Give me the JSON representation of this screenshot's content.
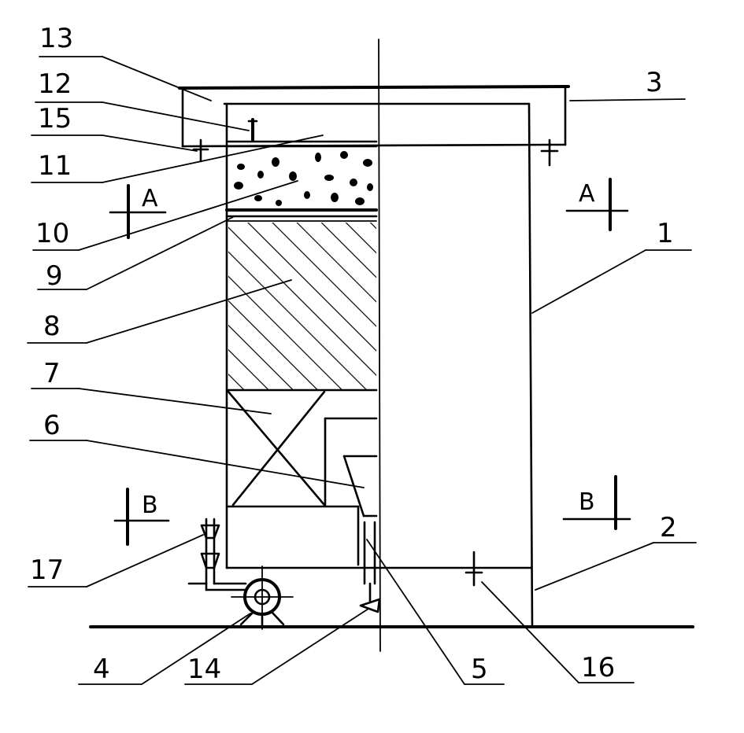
{
  "labels": {
    "l1": "1",
    "l2": "2",
    "l3": "3",
    "l4": "4",
    "l5": "5",
    "l6": "6",
    "l7": "7",
    "l8": "8",
    "l9": "9",
    "l10": "10",
    "l11": "11",
    "l12": "12",
    "l13": "13",
    "l14": "14",
    "l15": "15",
    "l16": "16",
    "l17": "17"
  },
  "sections": {
    "a_left": "A",
    "a_right": "A",
    "b_left": "B",
    "b_right": "B"
  }
}
